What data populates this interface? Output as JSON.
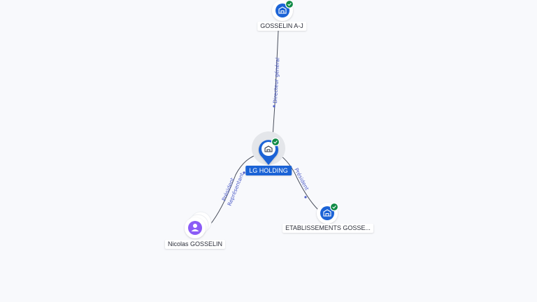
{
  "nodes": {
    "gosselin_aj": {
      "label": "GOSSELIN A-J",
      "type": "company",
      "verified": true,
      "icon": "building-icon"
    },
    "lg_holding": {
      "label": "LG HOLDING",
      "type": "company",
      "verified": true,
      "icon": "building-icon",
      "selected": true
    },
    "nicolas_gosselin": {
      "label": "Nicolas GOSSELIN",
      "type": "person",
      "icon": "person-icon"
    },
    "etablissements": {
      "label": "ETABLISSEMENTS GOSSE...",
      "type": "company",
      "verified": true,
      "icon": "building-icon"
    }
  },
  "edges": {
    "directeur": {
      "label": "Directeur général",
      "from": "lg_holding",
      "to": "gosselin_aj"
    },
    "president_rep": {
      "label1": "Président",
      "label2": "Représentant",
      "from": "nicolas_gosselin",
      "to": "lg_holding"
    },
    "president": {
      "label": "Président",
      "from": "lg_holding",
      "to": "etablissements"
    }
  },
  "colors": {
    "company": "#1b63d6",
    "person": "#8b5cf6",
    "verified": "#0f8a45",
    "edge_label": "#4f5fc9",
    "background": "#f8f9fc"
  }
}
